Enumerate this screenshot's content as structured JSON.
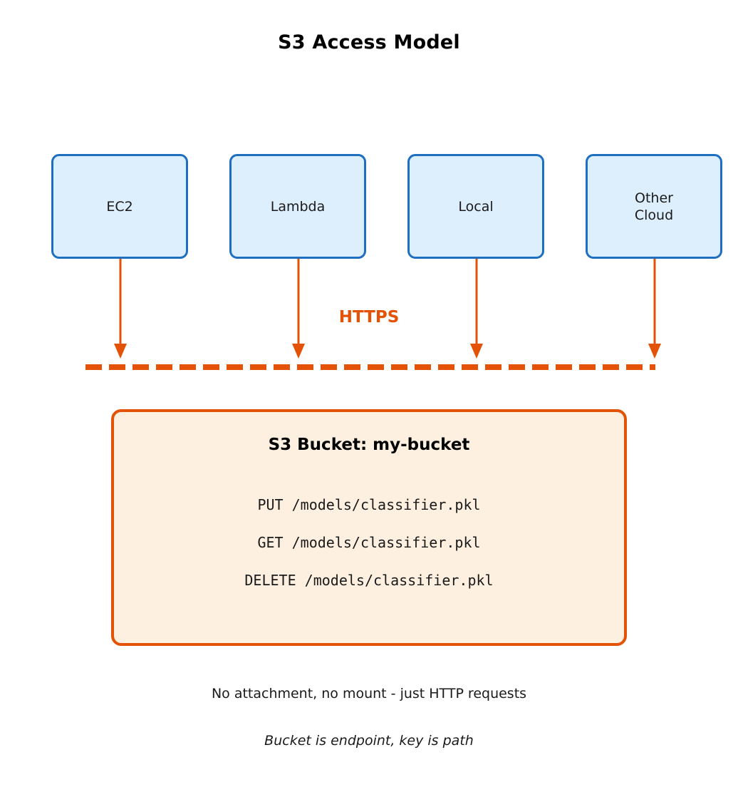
{
  "title": "S3 Access Model",
  "colors": {
    "client_fill": "#ddeefc",
    "client_border": "#1f6fc0",
    "accent_orange": "#e35205",
    "bucket_fill": "#fdf0e0",
    "background": "#ffffff",
    "text": "#1a1a1a"
  },
  "clients": [
    {
      "label": "EC2"
    },
    {
      "label": "Lambda"
    },
    {
      "label": "Local"
    },
    {
      "label": "Other\nCloud"
    }
  ],
  "connection": {
    "protocol_label": "HTTPS",
    "arrow_count": 4,
    "boundary_style": "dashed"
  },
  "bucket": {
    "title": "S3 Bucket: my-bucket",
    "operations": [
      "PUT /models/classifier.pkl",
      "GET /models/classifier.pkl",
      "DELETE /models/classifier.pkl"
    ]
  },
  "footer": {
    "note_1": "No attachment, no mount - just HTTP requests",
    "note_2": "Bucket is endpoint, key is path"
  }
}
